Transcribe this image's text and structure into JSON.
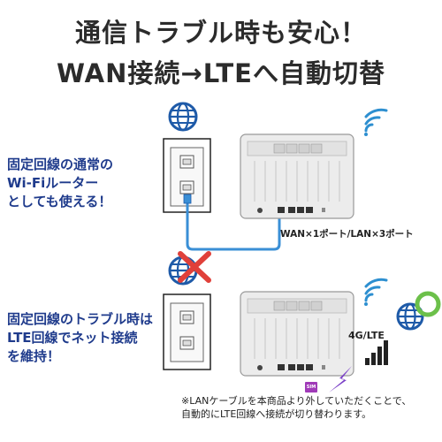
{
  "headline": {
    "line1": "通信トラブル時も安心！",
    "line2": "WAN接続→LTEへ自動切替"
  },
  "scenario_normal": {
    "lines": [
      "固定回線の通常の",
      "Wi-Fiルーター",
      "としても使える！"
    ]
  },
  "scenario_trouble": {
    "lines": [
      "固定回線のトラブル時は",
      "LTE回線でネット接続",
      "を維持！"
    ]
  },
  "router_ports": {
    "label": "WAN×1ポート/LAN×3ポート"
  },
  "lte": {
    "label": "4G/LTE",
    "sim_badge": "SIM"
  },
  "footnote": {
    "line1": "※LANケーブルを本商品より外していただくことで、",
    "line2": "自動的にLTE回線へ接続が切り替わります。"
  },
  "colors": {
    "headline": "#2b2b2b",
    "accent_blue": "#1f3b8c",
    "globe_blue": "#1e5aa8",
    "wifi_blue": "#2d8fd0",
    "cable_blue": "#3a8fd6",
    "cross_red": "#e0403a",
    "lte_green": "#6cc04a",
    "sim_purple": "#a03ab8"
  },
  "icons": [
    "globe-icon",
    "wifi-icon",
    "wall-socket-icon",
    "router-icon",
    "cross-icon",
    "signal-bars-icon",
    "lightning-icon"
  ]
}
